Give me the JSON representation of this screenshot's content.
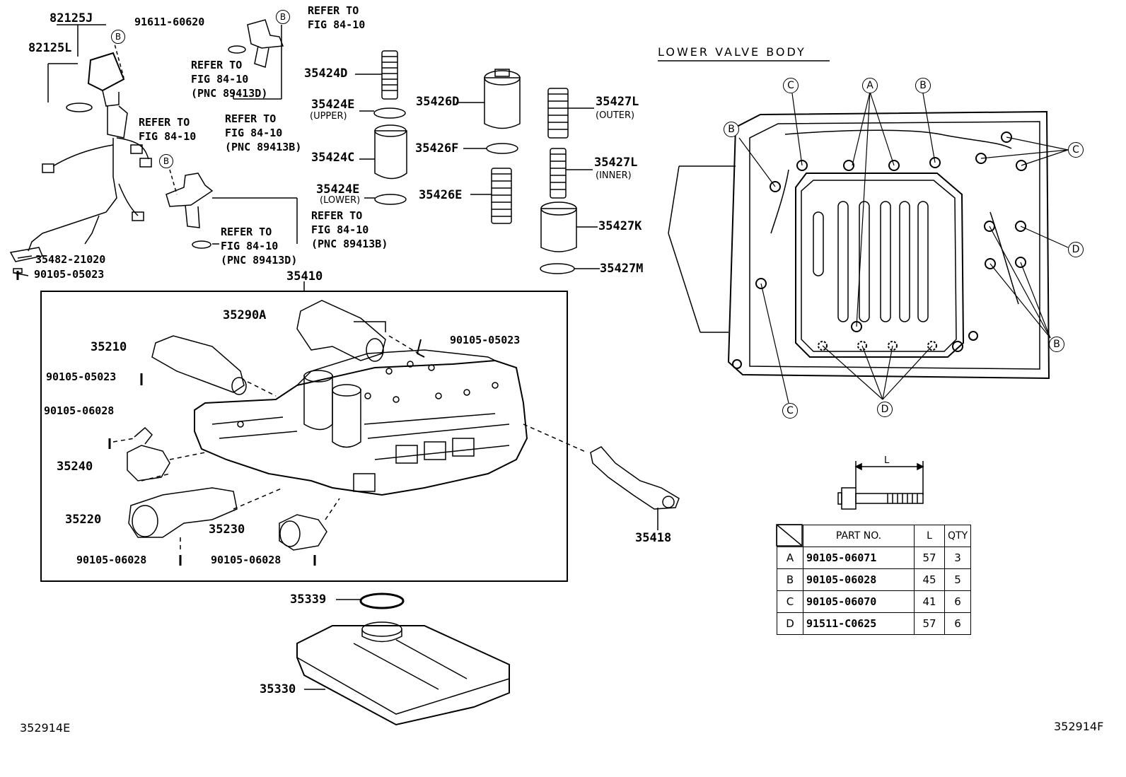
{
  "section_title": "LOWER VALVE BODY",
  "left_code": "352914E",
  "right_code": "352914F",
  "parts": {
    "p82125J": "82125J",
    "p82125L": "82125L",
    "p91611": "91611-60620",
    "p35482": "35482-21020",
    "p90105_05023_a": "90105-05023",
    "p35424D": "35424D",
    "p35424E_u": "35424E",
    "upper": "(UPPER)",
    "p35424C": "35424C",
    "p35424E_l": "35424E",
    "lower": "(LOWER)",
    "p35426D": "35426D",
    "p35426F": "35426F",
    "p35426E": "35426E",
    "p35427L_o": "35427L",
    "outer": "(OUTER)",
    "p35427L_i": "35427L",
    "inner": "(INNER)",
    "p35427K": "35427K",
    "p35427M": "35427M",
    "p35410": "35410",
    "p35290A": "35290A",
    "p35210": "35210",
    "p90105_05023_b": "90105-05023",
    "p90105_05023_c": "90105-05023",
    "p90105_06028_a": "90105-06028",
    "p35240": "35240",
    "p35220": "35220",
    "p35230": "35230",
    "p90105_06028_b": "90105-06028",
    "p90105_06028_c": "90105-06028",
    "p35418": "35418",
    "p35339": "35339",
    "p35330": "35330"
  },
  "refs": {
    "r1": "REFER TO\nFIG 84-10",
    "r2": "REFER TO\nFIG 84-10\n(PNC 89413D)",
    "r3": "REFER TO\nFIG 84-10\n(PNC 89413B)",
    "r4": "REFER TO\nFIG 84-10",
    "r5": "REFER TO\nFIG 84-10\n(PNC 89413B)",
    "r6": "REFER TO\nFIG 84-10\n(PNC 89413D)"
  },
  "bolt_dim_label": "L",
  "bolt_table": {
    "headers": [
      "",
      "PART NO.",
      "L",
      "QTY"
    ],
    "rows": [
      {
        "key": "A",
        "part": "90105-06071",
        "l": "57",
        "qty": "3"
      },
      {
        "key": "B",
        "part": "90105-06028",
        "l": "45",
        "qty": "5"
      },
      {
        "key": "C",
        "part": "90105-06070",
        "l": "41",
        "qty": "6"
      },
      {
        "key": "D",
        "part": "91511-C0625",
        "l": "57",
        "qty": "6"
      }
    ]
  },
  "callouts": {
    "A": "A",
    "B": "B",
    "C": "C",
    "D": "D"
  }
}
